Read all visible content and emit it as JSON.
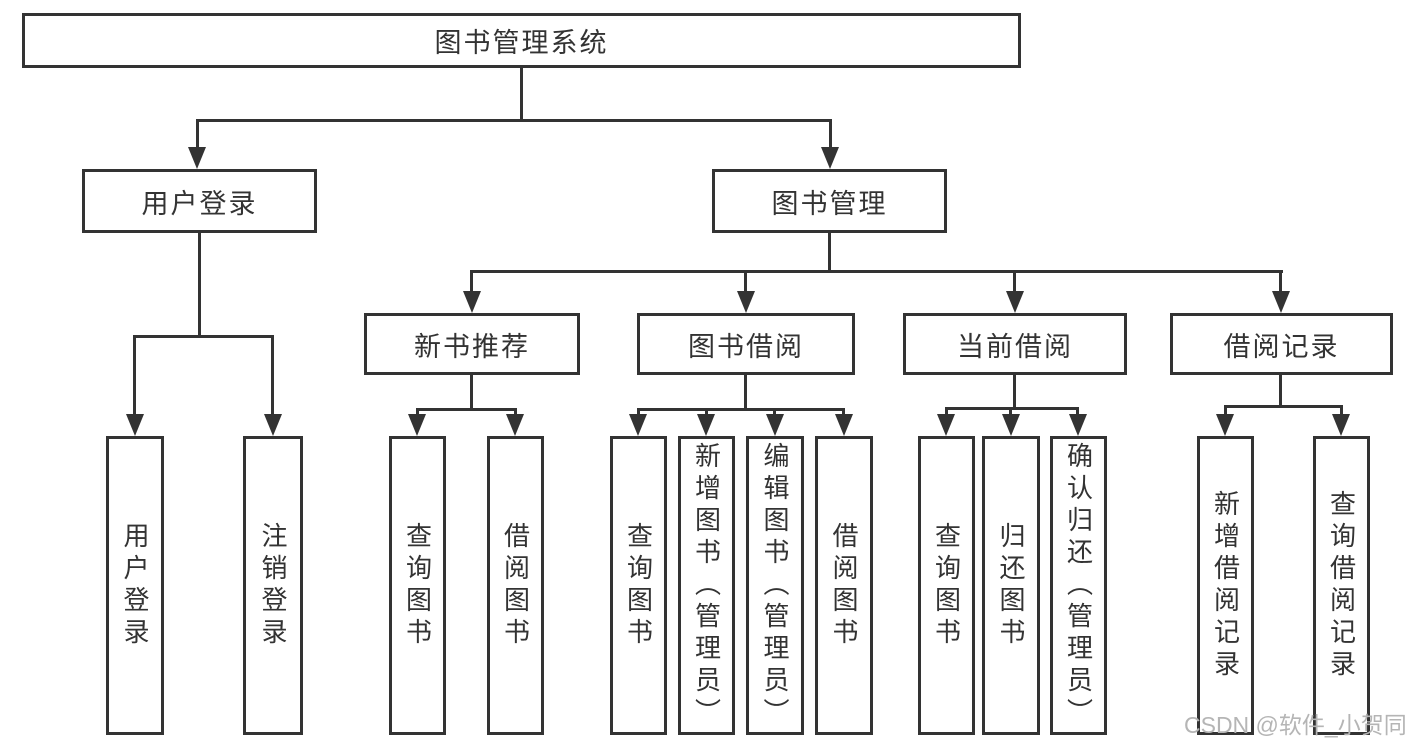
{
  "colors": {
    "line": "#333333",
    "background": "#ffffff",
    "watermark_text": "#b5b5b5"
  },
  "watermark": "CSDN @软件_小贺同学",
  "tree": {
    "root": "图书管理系统",
    "login": {
      "label": "用户登录",
      "children": [
        "用户登录",
        "注销登录"
      ]
    },
    "management": {
      "label": "图书管理",
      "groups": [
        {
          "label": "新书推荐",
          "children": [
            "查询图书",
            "借阅图书"
          ]
        },
        {
          "label": "图书借阅",
          "children": [
            "查询图书",
            "新增图书（管理员）",
            "编辑图书（管理员）",
            "借阅图书"
          ]
        },
        {
          "label": "当前借阅",
          "children": [
            "查询图书",
            "归还图书",
            "确认归还（管理员）"
          ]
        },
        {
          "label": "借阅记录",
          "children": [
            "新增借阅记录",
            "查询借阅记录"
          ]
        }
      ]
    }
  }
}
